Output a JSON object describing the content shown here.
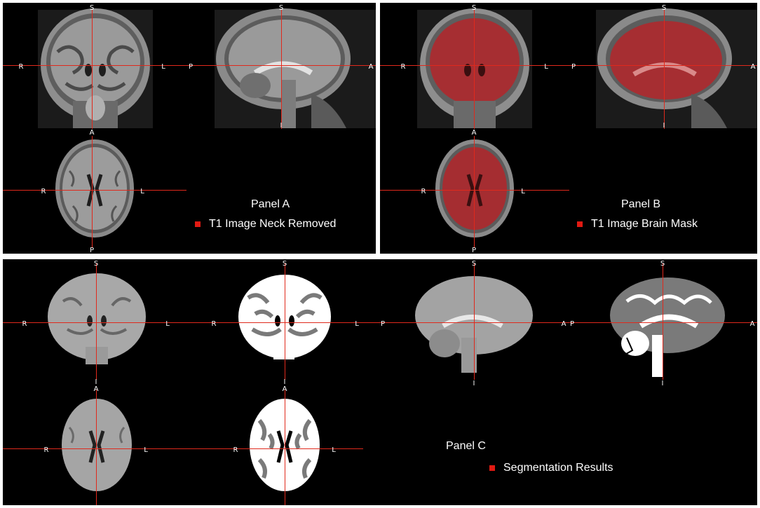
{
  "colors": {
    "crosshair": "#e0291c",
    "mask": "#b3262a",
    "swatch": "#e11a12",
    "background": "#000000"
  },
  "orient": {
    "S": "S",
    "I": "I",
    "R": "R",
    "L": "L",
    "A": "A",
    "P": "P"
  },
  "panels": {
    "a": {
      "title": "Panel A",
      "legend": "T1 Image Neck Removed"
    },
    "b": {
      "title": "Panel B",
      "legend": "T1 Image Brain Mask"
    },
    "c": {
      "title": "Panel C",
      "legend": "Segmentation Results"
    }
  }
}
